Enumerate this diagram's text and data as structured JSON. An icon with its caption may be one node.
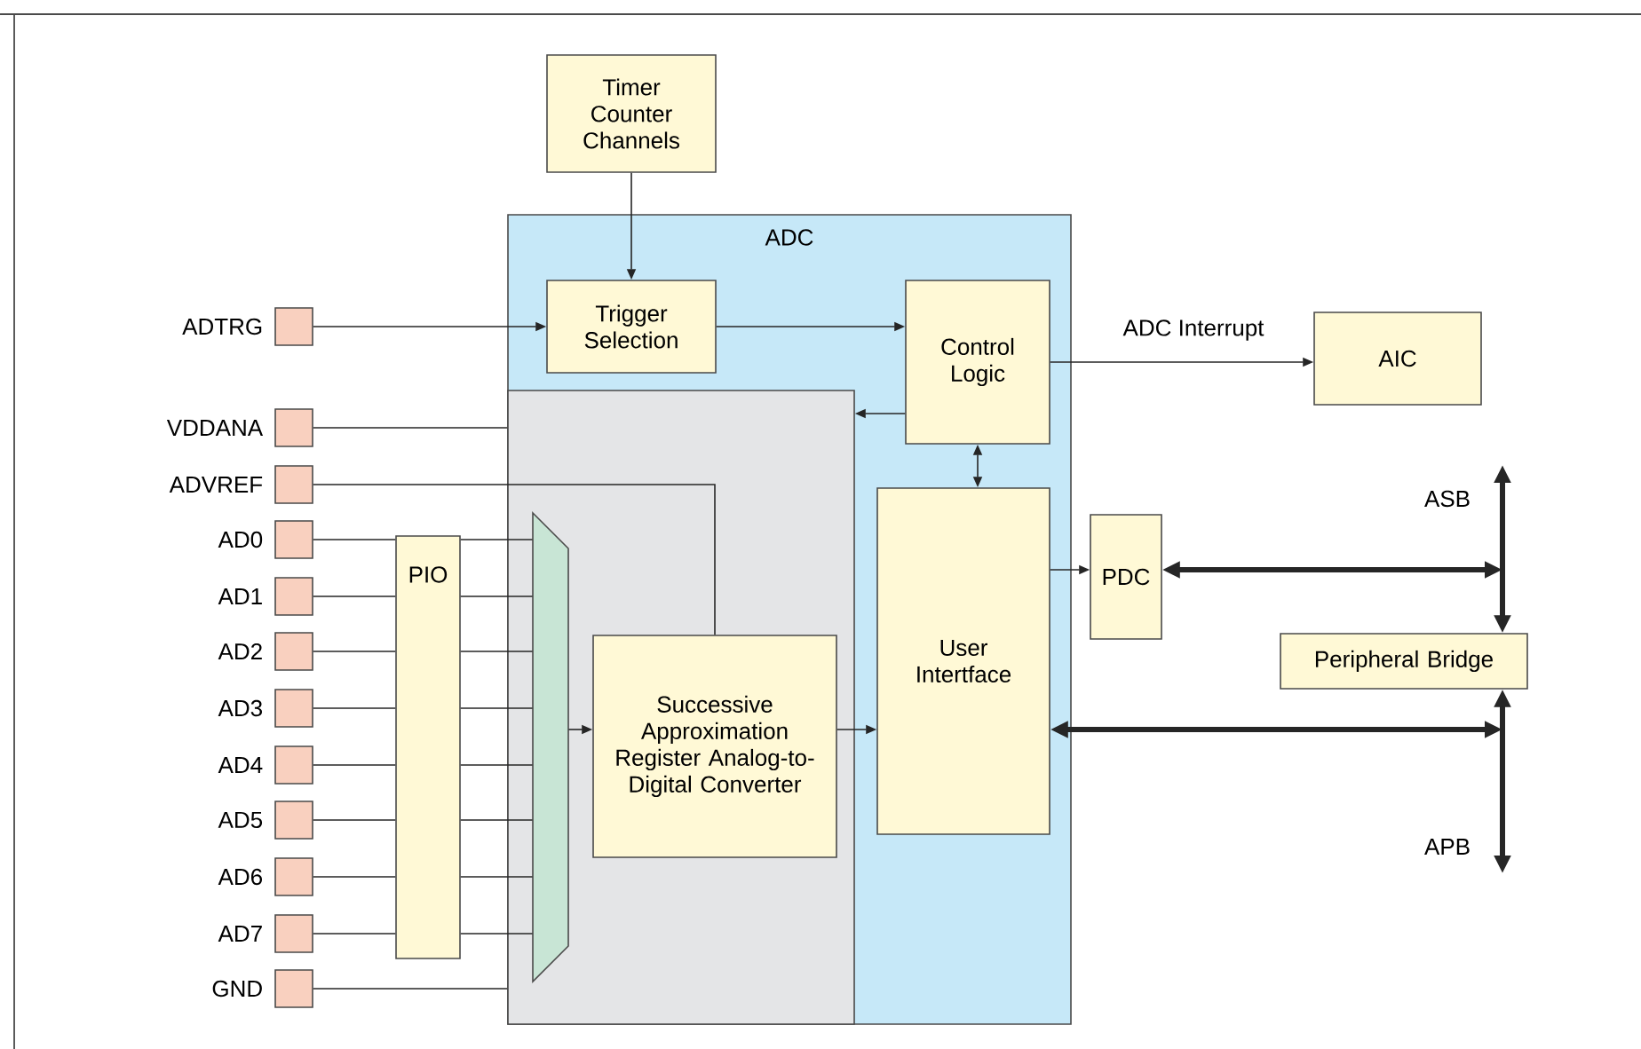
{
  "diagram": {
    "nodes": [
      {
        "text": [
          "Timer Counter Channels"
        ]
      },
      {
        "text": [
          "ADC"
        ]
      },
      {
        "text": [
          "Trigger Selection"
        ],
        "in": 1
      },
      {
        "text": [
          "Control Logic"
        ],
        "in": 1
      },
      {
        "text": [
          "AIC"
        ]
      },
      {
        "text": [],
        "shape": "box",
        "in": 1
      },
      {
        "text": [
          "User Intertface"
        ],
        "in": 1
      },
      {
        "text": [
          "PDC"
        ]
      },
      {
        "text": [
          "Peripheral Bridge"
        ]
      },
      {
        "text": [
          "ADTRG"
        ]
      },
      {
        "text": [
          "VDDANA"
        ]
      },
      {
        "text": [
          "ADVREF"
        ]
      },
      {
        "text": [
          "AD0"
        ]
      },
      {
        "text": [
          "AD1"
        ]
      },
      {
        "text": [
          "AD2"
        ]
      },
      {
        "text": [
          "AD3"
        ]
      },
      {
        "text": [
          "AD4"
        ]
      },
      {
        "text": [
          "AD5"
        ]
      },
      {
        "text": [
          "AD6"
        ]
      },
      {
        "text": [
          "AD7"
        ]
      },
      {
        "text": [
          "GND"
        ]
      },
      {
        "text": [
          "PIO"
        ]
      },
      {
        "text": [],
        "shape": "trapezoid",
        "in": 5
      },
      {
        "text": [
          "Successive Approximation Register Analog-to-Digital Converter"
        ],
        "in": 5
      }
    ],
    "edges": [
      {
        "from": 0,
        "to": 2,
        "arrow": "to"
      },
      {
        "from": 9,
        "to": 2,
        "arrow": "to"
      },
      {
        "from": 2,
        "to": 3,
        "arrow": "to"
      },
      {
        "from": 3,
        "to": 5,
        "arrow": "to"
      },
      {
        "from": 3,
        "to": 6,
        "arrow": "both"
      },
      {
        "from": 3,
        "to": 4,
        "arrow": "to",
        "label": "ADC Interrupt"
      },
      {
        "from": 10,
        "to": 5,
        "arrow": "none"
      },
      {
        "from": 11,
        "to": 23,
        "arrow": "none"
      },
      {
        "from": 12,
        "to": 21,
        "arrow": "none"
      },
      {
        "from": 13,
        "to": 21,
        "arrow": "none"
      },
      {
        "from": 14,
        "to": 21,
        "arrow": "none"
      },
      {
        "from": 15,
        "to": 21,
        "arrow": "none"
      },
      {
        "from": 16,
        "to": 21,
        "arrow": "none"
      },
      {
        "from": 17,
        "to": 21,
        "arrow": "none"
      },
      {
        "from": 18,
        "to": 21,
        "arrow": "none"
      },
      {
        "from": 19,
        "to": 21,
        "arrow": "none"
      },
      {
        "from": 21,
        "to": 22,
        "arrow": "none"
      },
      {
        "from": 21,
        "to": 22,
        "arrow": "none"
      },
      {
        "from": 21,
        "to": 22,
        "arrow": "none"
      },
      {
        "from": 21,
        "to": 22,
        "arrow": "none"
      },
      {
        "from": 21,
        "to": 22,
        "arrow": "none"
      },
      {
        "from": 21,
        "to": 22,
        "arrow": "none"
      },
      {
        "from": 21,
        "to": 22,
        "arrow": "none"
      },
      {
        "from": 21,
        "to": 22,
        "arrow": "none"
      },
      {
        "from": 20,
        "to": 5,
        "arrow": "none"
      },
      {
        "from": 22,
        "to": 23,
        "arrow": "to"
      },
      {
        "from": 23,
        "to": 6,
        "arrow": "to"
      },
      {
        "from": 6,
        "to": 7,
        "arrow": "to"
      },
      {
        "from": 7,
        "to": null,
        "arrow": "both",
        "style": "thick"
      },
      {
        "from": null,
        "to": 8,
        "arrow": "both",
        "style": "thick",
        "label": "ASB"
      },
      {
        "from": 6,
        "to": null,
        "arrow": "both",
        "style": "thick"
      },
      {
        "from": 8,
        "to": null,
        "arrow": "both",
        "style": "thick",
        "label": "APB"
      }
    ]
  }
}
